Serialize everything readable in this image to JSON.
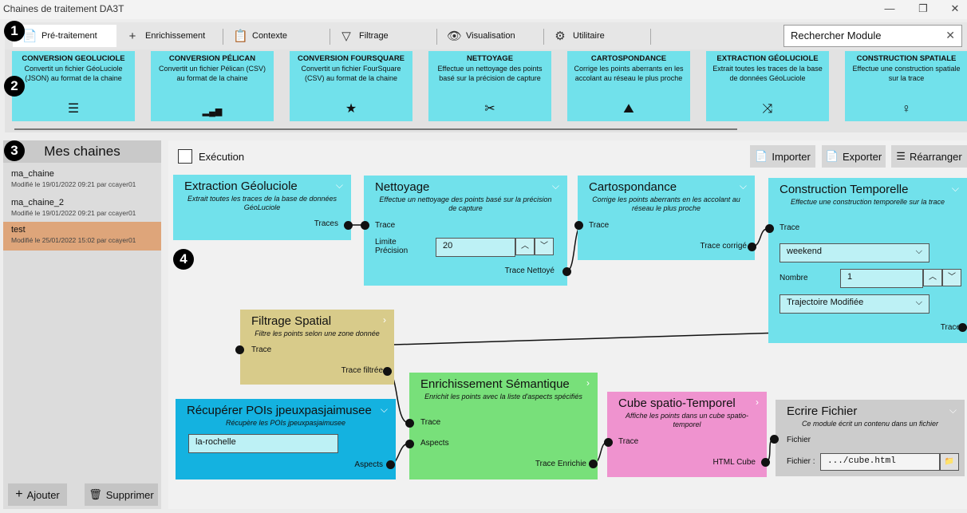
{
  "window": {
    "title": "Chaines de traitement DA3T",
    "minimize": "—",
    "restore": "❐",
    "close": "✕"
  },
  "tabs": [
    {
      "label": "Pré-traitement",
      "icon": "📄"
    },
    {
      "label": "Enrichissement",
      "icon": "+"
    },
    {
      "label": "Contexte",
      "icon": "📋"
    },
    {
      "label": "Filtrage",
      "icon": "▽"
    },
    {
      "label": "Visualisation",
      "icon": "👁"
    },
    {
      "label": "Utilitaire",
      "icon": "⚙"
    }
  ],
  "search": {
    "placeholder": "Rechercher Module",
    "clear": "✕"
  },
  "badges": [
    "1",
    "2",
    "3",
    "4"
  ],
  "modules": [
    {
      "title": "CONVERSION GEOLUCIOLE",
      "desc": "Convertit un fichier GéoLuciole (JSON) au format de la chaine",
      "icon": "☰"
    },
    {
      "title": "CONVERSION PÉLICAN",
      "desc": "Convertit un fichier Pélican (CSV) au format de la chaine",
      "icon": "▂▄▆"
    },
    {
      "title": "CONVERSION FOURSQUARE",
      "desc": "Convertit un fichier FourSquare (CSV) au format de la chaine",
      "icon": "★"
    },
    {
      "title": "NETTOYAGE",
      "desc": "Effectue un nettoyage des points basé sur la précision de capture",
      "icon": "✂"
    },
    {
      "title": "CARTOSPONDANCE",
      "desc": "Corrige les points aberrants en les accolant au réseau le plus proche",
      "icon": "⛰"
    },
    {
      "title": "EXTRACTION GÉOLUCIOLE",
      "desc": "Extrait toutes les traces de la base de données GéoLuciole",
      "icon": "⤨"
    },
    {
      "title": "CONSTRUCTION SPATIALE",
      "desc": "Effectue une construction spatiale sur la trace",
      "icon": "♀"
    }
  ],
  "chains": {
    "header": "Mes chaines",
    "items": [
      {
        "name": "ma_chaine",
        "date": "Modifié le 19/01/2022 09:21 par ccayer01"
      },
      {
        "name": "ma_chaine_2",
        "date": "Modifié le 19/01/2022 09:21 par ccayer01"
      },
      {
        "name": "test",
        "date": "Modifié le 25/01/2022 15:02 par ccayer01"
      }
    ],
    "add": "Ajouter",
    "add_icon": "+",
    "delete": "Supprimer",
    "delete_icon": "🗑"
  },
  "toolbar": {
    "execution": "Exécution",
    "import": "Importer",
    "import_icon": "📄",
    "export": "Exporter",
    "export_icon": "📄",
    "rearrange": "Réarranger",
    "rearrange_icon": "☰"
  },
  "nodes": {
    "extraction": {
      "title": "Extraction Géoluciole",
      "desc": "Extrait toutes les traces de la base de données GéoLuciole",
      "out": "Traces"
    },
    "nettoyage": {
      "title": "Nettoyage",
      "desc": "Effectue un nettoyage des points basé sur la précision de capture",
      "in": "Trace",
      "param": "Limite Précision",
      "value": "20",
      "out": "Trace Nettoyé"
    },
    "carto": {
      "title": "Cartospondance",
      "desc": "Corrige les points aberrants en les accolant au réseau le plus proche",
      "in": "Trace",
      "out": "Trace corrigé"
    },
    "construction": {
      "title": "Construction Temporelle",
      "desc": "Effectue une construction temporelle sur la trace",
      "in": "Trace",
      "select1": "weekend",
      "param": "Nombre",
      "value": "1",
      "select2": "Trajectoire Modifiée",
      "out": "Trace"
    },
    "filtrage": {
      "title": "Filtrage Spatial",
      "desc": "Filtre les points selon une zone donnée",
      "in": "Trace",
      "out": "Trace filtrée"
    },
    "enrich": {
      "title": "Enrichissement Sémantique",
      "desc": "Enrichit les points avec la liste d'aspects spécifiés",
      "in1": "Trace",
      "in2": "Aspects",
      "out": "Trace Enrichie"
    },
    "pois": {
      "title": "Récupérer POIs jpeuxpasjaimusee",
      "desc": "Récupère les POIs jpeuxpasjaimusee",
      "value": "la-rochelle",
      "out": "Aspects"
    },
    "cube": {
      "title": "Cube spatio-Temporel",
      "desc": "Affiche les points dans un cube spatio-temporel",
      "in": "Trace",
      "out": "HTML Cube"
    },
    "ecrire": {
      "title": "Ecrire Fichier",
      "desc": "Ce module écrit un contenu dans un fichier",
      "in": "Fichier",
      "param": "Fichier :",
      "value": ".../cube.html"
    }
  },
  "colors": {
    "cyan": "#71e1eb",
    "yellow": "#d8cb8a",
    "green": "#78e07a",
    "blue": "#14b2e0",
    "pink": "#ef93cf",
    "grey": "#cccccc",
    "selected": "#dea57a"
  }
}
